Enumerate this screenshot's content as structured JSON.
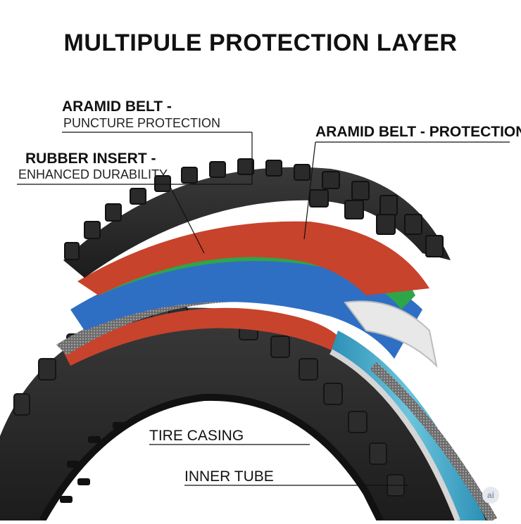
{
  "title": "MULTIPULE PROTECTION LAYER",
  "labels": {
    "aramid_belt": {
      "heading": "ARAMID BELT -",
      "sub": "PUNCTURE PROTECTION"
    },
    "rubber_insert": {
      "heading": "RUBBER INSERT -",
      "sub": "ENHANCED DURABILITY"
    },
    "aramid_protection": "ARAMID BELT - PROTECTION",
    "tire_casing": "TIRE CASING",
    "inner_tube": "INNER TUBE"
  },
  "watermark": "ai",
  "colors": {
    "tread": "#2a2a2a",
    "red_layer": "#c8432c",
    "green_layer": "#2fa54a",
    "blue_layer": "#2e6fc4",
    "inner_tube": "#3aa6c8",
    "rim_white": "#e6e6e6"
  }
}
